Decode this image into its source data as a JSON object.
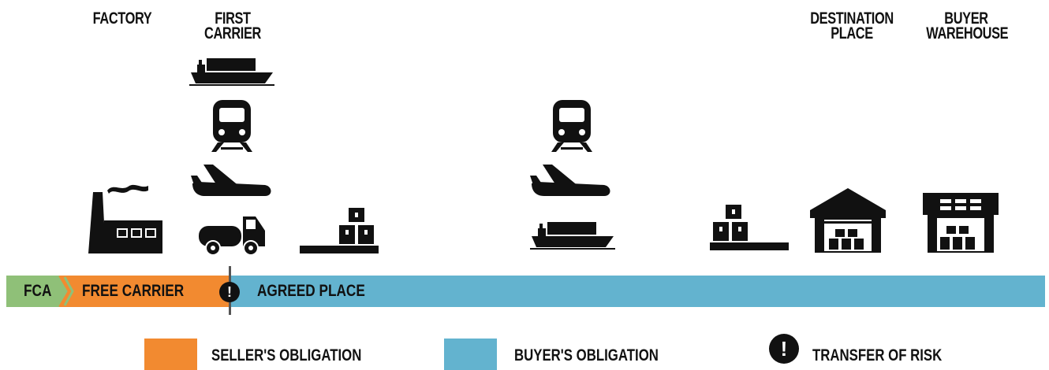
{
  "colors": {
    "fca_green": "#8fc078",
    "seller_orange": "#f28a30",
    "buyer_blue": "#63b3cf",
    "ink": "#111111"
  },
  "labels": {
    "factory": "FACTORY",
    "first_carrier": "FIRST\nCARRIER",
    "destination_place": "DESTINATION\nPLACE",
    "buyer_warehouse": "BUYER\nWAREHOUSE"
  },
  "bar": {
    "term_code": "FCA",
    "seller_section": "FREE CARRIER",
    "buyer_section": "AGREED PLACE",
    "risk_symbol": "!"
  },
  "legend": {
    "seller": "SELLER'S OBLIGATION",
    "buyer": "BUYER'S OBLIGATION",
    "risk": "TRANSFER OF RISK",
    "risk_symbol": "!"
  },
  "icons": {
    "factory": "factory-icon",
    "ship": "cargo-ship-icon",
    "train": "train-icon",
    "plane": "airplane-icon",
    "truck": "truck-icon",
    "pallet": "pallet-boxes-icon",
    "warehouse": "warehouse-icon",
    "buyer_warehouse": "buyer-warehouse-icon"
  }
}
